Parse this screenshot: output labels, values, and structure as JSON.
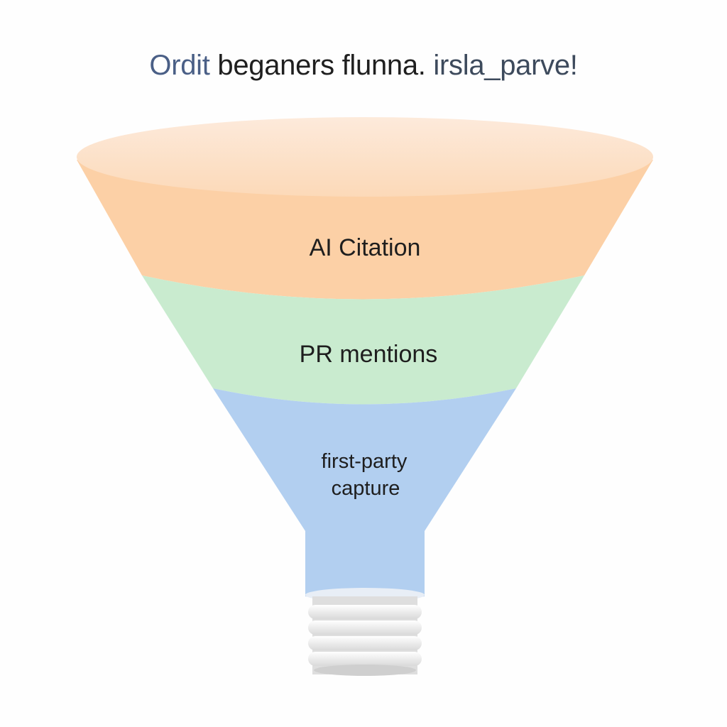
{
  "title": {
    "part1": "Ordit",
    "part2": " beganers flunna.",
    "part3": " irsla_parve!"
  },
  "stages": [
    {
      "label_lines": [
        "AI Citation"
      ],
      "color": "#fcd0a6"
    },
    {
      "label_lines": [
        "PR mentions"
      ],
      "color": "#c9ebcf"
    },
    {
      "label_lines": [
        "first-party",
        "capture"
      ],
      "color": "#b2cff0"
    }
  ],
  "colors": {
    "rim_top": "#fde3cc",
    "spout": "#b2cff0",
    "coil": "#f2f2f2"
  }
}
